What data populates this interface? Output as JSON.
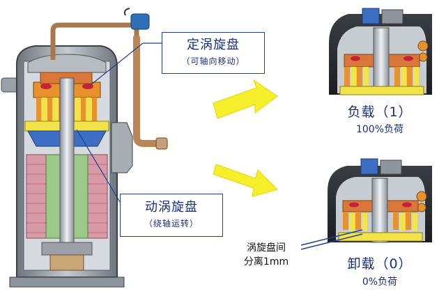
{
  "labels": {
    "fixed_scroll_title": "定涡旋盘",
    "fixed_scroll_sub": "（可轴向移动）",
    "orbiting_scroll_title": "动涡旋盘",
    "orbiting_scroll_sub": "（绕轴运转）"
  },
  "states": {
    "loaded_title": "负载（1）",
    "loaded_sub": "100%负荷",
    "unloaded_title": "卸载（0）",
    "unloaded_sub": "0%负荷"
  },
  "gap_note": {
    "line1": "涡旋盘间",
    "line2": "分离1mm"
  },
  "colors": {
    "label_border": "#1e3f8f",
    "label_text": "#16307a",
    "arrow_yellow": "#f5ee2a",
    "shell_gray": "#8e949c",
    "motor_pink": "#d99aa8",
    "rotor_green": "#9cc98a",
    "scroll_orange": "#e8922e",
    "scroll_yellow": "#f2e34a"
  }
}
